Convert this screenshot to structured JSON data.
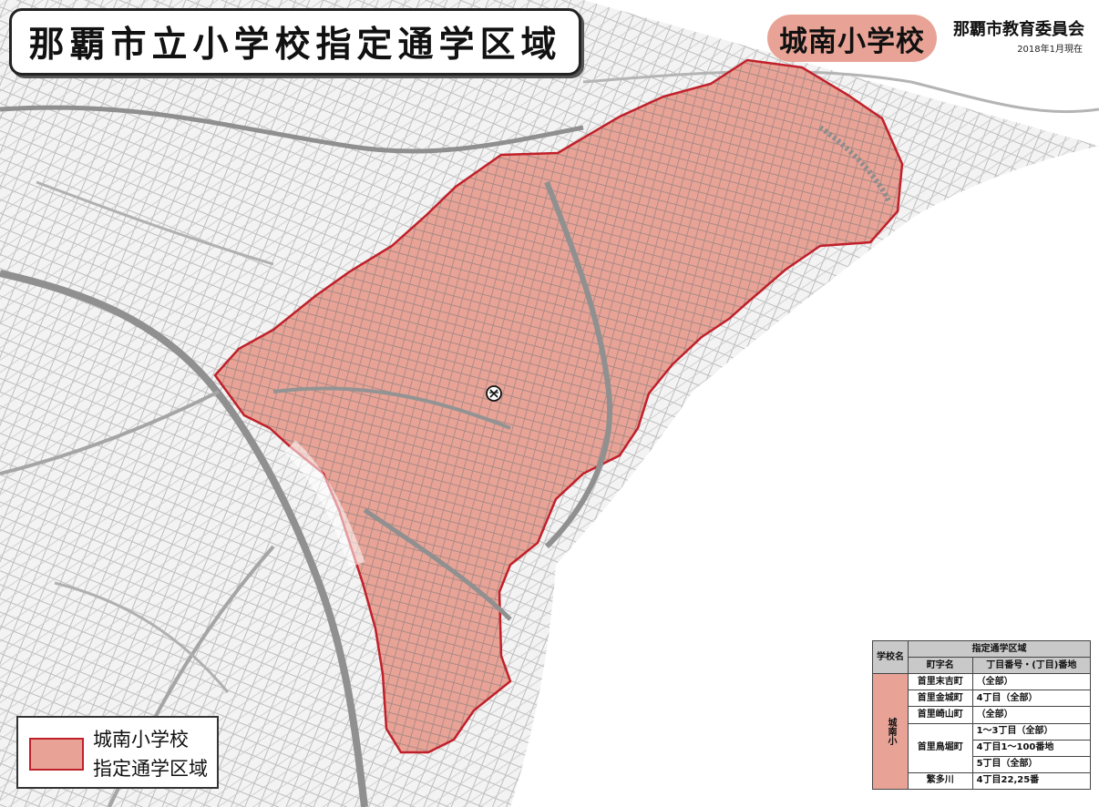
{
  "title": "那覇市立小学校指定通学区域",
  "school_badge": "城南小学校",
  "publisher": {
    "org": "那覇市教育委員会",
    "as_of": "2018年1月現在"
  },
  "legend": {
    "line1": "城南小学校",
    "line2": "指定通学区域"
  },
  "colors": {
    "district_fill": "#e8a396",
    "district_border": "#c0202a",
    "map_lines": "#9a9a9a"
  },
  "map": {
    "school_marker_icon": "school-symbol-icon"
  },
  "table": {
    "header_school": "学校名",
    "header_district": "指定通学区域",
    "header_town": "町字名",
    "header_range": "丁目番号・(丁目)番地",
    "school_name": "城南小",
    "rows": [
      {
        "town": "首里末吉町",
        "range": "（全部）"
      },
      {
        "town": "首里金城町",
        "range": "4丁目（全部）"
      },
      {
        "town": "首里崎山町",
        "range": "（全部）"
      },
      {
        "town": "首里鳥堀町",
        "range": "1～3丁目（全部）"
      },
      {
        "town": "",
        "range": "4丁目1～100番地"
      },
      {
        "town": "",
        "range": "5丁目（全部）"
      },
      {
        "town": "繁多川",
        "range": "4丁目22,25番"
      }
    ]
  }
}
